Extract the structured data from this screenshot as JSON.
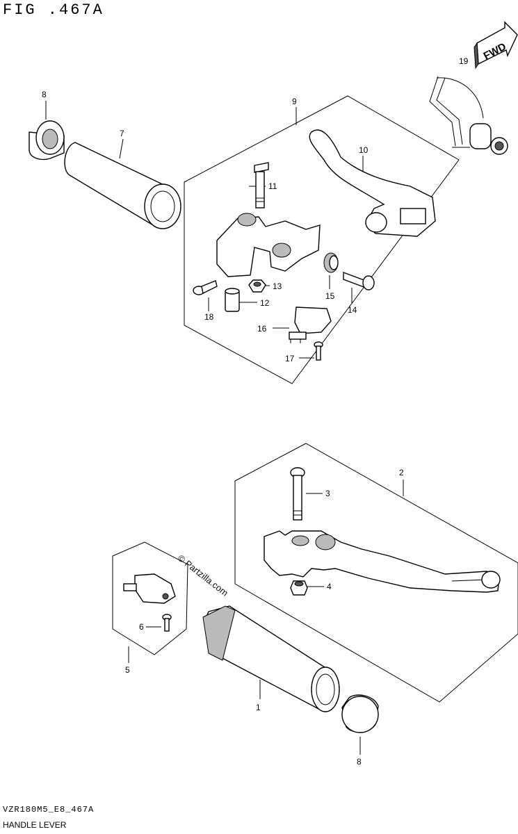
{
  "header": {
    "figure_title": "FIG .467A"
  },
  "footer": {
    "model_code": "VZR180M5_E8_467A",
    "section_name": "HANDLE LEVER"
  },
  "watermark": "© Partzilla.com",
  "fwd_arrow": {
    "text": "FWD",
    "callout": "19"
  },
  "callouts": {
    "c1": "1",
    "c2": "2",
    "c3": "3",
    "c4": "4",
    "c5": "5",
    "c6": "6",
    "c7": "7",
    "c8a": "8",
    "c8b": "8",
    "c9": "9",
    "c10": "10",
    "c11": "11",
    "c12": "12",
    "c13": "13",
    "c14": "14",
    "c15": "15",
    "c16": "16",
    "c17": "17",
    "c18": "18"
  }
}
